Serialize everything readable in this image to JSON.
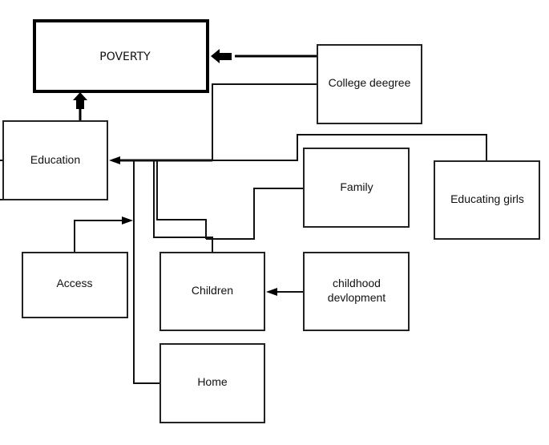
{
  "diagram": {
    "nodes": {
      "poverty": "POVERTY",
      "college": "College deegree",
      "education": "Education",
      "family": "Family",
      "educating_girls": "Educating girls",
      "access": "Access",
      "children": "Children",
      "childhood_line1": "childhood",
      "childhood_line2": "devlopment",
      "home": "Home"
    }
  }
}
